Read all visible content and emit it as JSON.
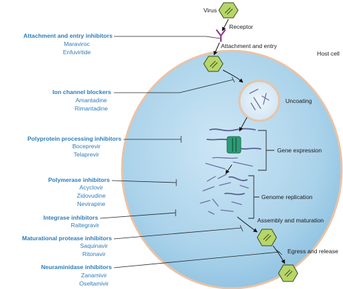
{
  "colors": {
    "accent": "#2e7cb8",
    "cell_fill": "#a9d2ea",
    "cell_border": "#e9c3a6",
    "virus_fill": "#b8d56a"
  },
  "labels": {
    "virus": "Virus",
    "receptor": "Receptor",
    "attachment_entry": "Attachment and entry",
    "host_cell": "Host cell",
    "uncoating": "Uncoating",
    "gene_expression": "Gene expression",
    "genome_replication": "Genome replication",
    "assembly_maturation": "Assembly and maturation",
    "egress_release": "Egress and release"
  },
  "inhibitors": [
    {
      "category": "Attachment and entry inhibitors",
      "drugs": [
        "Maraviroc",
        "Enfuvirtide"
      ]
    },
    {
      "category": "Ion channel blockers",
      "drugs": [
        "Amantadine",
        "Rimantadine"
      ]
    },
    {
      "category": "Polyprotein processing inhibitors",
      "drugs": [
        "Boceprevir",
        "Telaprevir"
      ]
    },
    {
      "category": "Polymerase inhibitors",
      "drugs": [
        "Acyclovir",
        "Zidovudine",
        "Nevirapine"
      ]
    },
    {
      "category": "Integrase inhibitors",
      "drugs": [
        "Raltegravir"
      ]
    },
    {
      "category": "Maturational protease inhibitors",
      "drugs": [
        "Saquinavir",
        "Ritonavir"
      ]
    },
    {
      "category": "Neuraminidase inhibitors",
      "drugs": [
        "Zanamivir",
        "Oseltamivir"
      ]
    }
  ]
}
